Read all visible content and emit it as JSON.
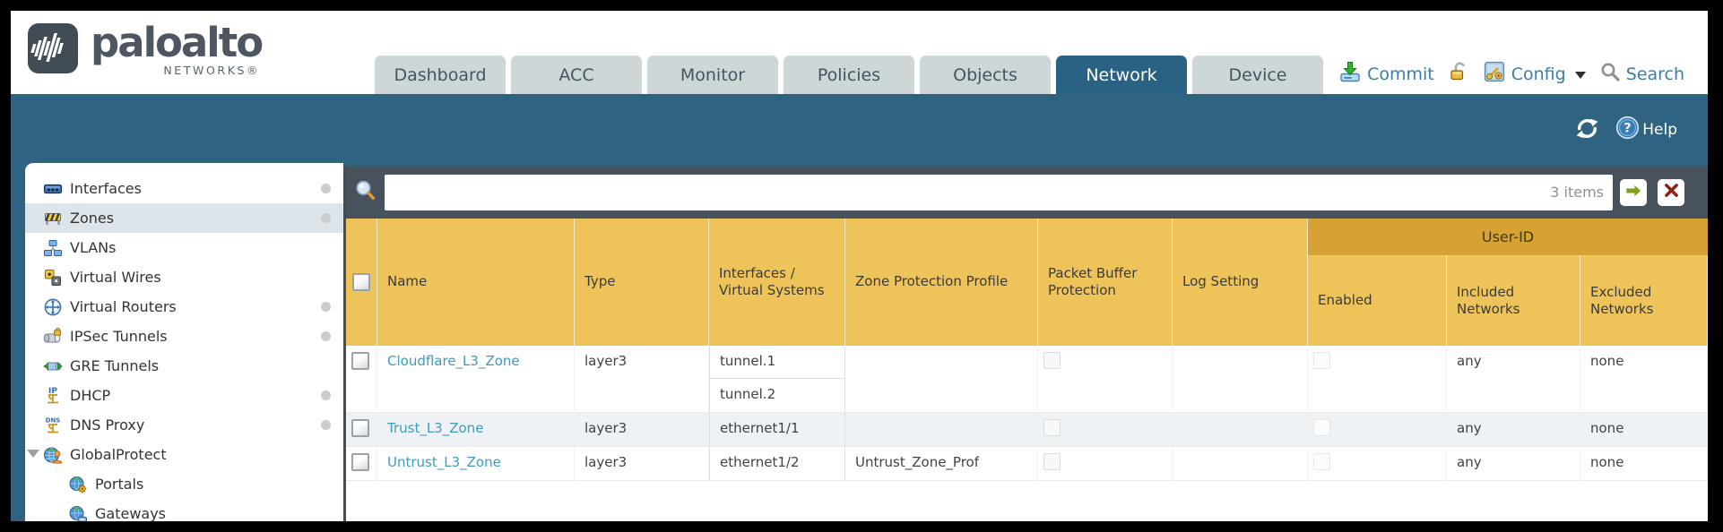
{
  "brand": {
    "name": "paloalto",
    "subtitle": "NETWORKS®"
  },
  "tabs": [
    {
      "label": "Dashboard",
      "active": false
    },
    {
      "label": "ACC",
      "active": false
    },
    {
      "label": "Monitor",
      "active": false
    },
    {
      "label": "Policies",
      "active": false
    },
    {
      "label": "Objects",
      "active": false
    },
    {
      "label": "Network",
      "active": true
    },
    {
      "label": "Device",
      "active": false
    }
  ],
  "utility": {
    "commit_label": "Commit",
    "config_label": "Config",
    "search_label": "Search"
  },
  "toolbar": {
    "help_label": "Help"
  },
  "sidebar": {
    "items": [
      {
        "label": "Interfaces",
        "icon": "interfaces-icon",
        "dot": true,
        "selected": false,
        "indent": 0,
        "expander": false
      },
      {
        "label": "Zones",
        "icon": "zones-icon",
        "dot": true,
        "selected": true,
        "indent": 0,
        "expander": false
      },
      {
        "label": "VLANs",
        "icon": "vlans-icon",
        "dot": false,
        "selected": false,
        "indent": 0,
        "expander": false
      },
      {
        "label": "Virtual Wires",
        "icon": "virtual-wires-icon",
        "dot": false,
        "selected": false,
        "indent": 0,
        "expander": false
      },
      {
        "label": "Virtual Routers",
        "icon": "virtual-routers-icon",
        "dot": true,
        "selected": false,
        "indent": 0,
        "expander": false
      },
      {
        "label": "IPSec Tunnels",
        "icon": "ipsec-tunnels-icon",
        "dot": true,
        "selected": false,
        "indent": 0,
        "expander": false
      },
      {
        "label": "GRE Tunnels",
        "icon": "gre-tunnels-icon",
        "dot": false,
        "selected": false,
        "indent": 0,
        "expander": false
      },
      {
        "label": "DHCP",
        "icon": "dhcp-icon",
        "dot": true,
        "selected": false,
        "indent": 0,
        "expander": false
      },
      {
        "label": "DNS Proxy",
        "icon": "dns-proxy-icon",
        "dot": true,
        "selected": false,
        "indent": 0,
        "expander": false
      },
      {
        "label": "GlobalProtect",
        "icon": "globalprotect-icon",
        "dot": false,
        "selected": false,
        "indent": 0,
        "expander": true
      },
      {
        "label": "Portals",
        "icon": "portals-icon",
        "dot": false,
        "selected": false,
        "indent": 1,
        "expander": false
      },
      {
        "label": "Gateways",
        "icon": "gateways-icon",
        "dot": false,
        "selected": false,
        "indent": 1,
        "expander": false
      }
    ]
  },
  "filter": {
    "items_count": "3 items",
    "query": ""
  },
  "table": {
    "group_header": "User-ID",
    "columns": [
      "Name",
      "Type",
      "Interfaces / Virtual Systems",
      "Zone Protection Profile",
      "Packet Buffer Protection",
      "Log Setting",
      "Enabled",
      "Included Networks",
      "Excluded Networks"
    ],
    "rows": [
      {
        "name": "Cloudflare_L3_Zone",
        "type": "layer3",
        "interfaces": [
          "tunnel.1",
          "tunnel.2"
        ],
        "zone_protection_profile": "",
        "packet_buffer_protection": false,
        "log_setting": "",
        "user_id_enabled": false,
        "included_networks": "any",
        "excluded_networks": "none",
        "highlighted": false
      },
      {
        "name": "Trust_L3_Zone",
        "type": "layer3",
        "interfaces": [
          "ethernet1/1"
        ],
        "zone_protection_profile": "",
        "packet_buffer_protection": false,
        "log_setting": "",
        "user_id_enabled": false,
        "included_networks": "any",
        "excluded_networks": "none",
        "highlighted": true
      },
      {
        "name": "Untrust_L3_Zone",
        "type": "layer3",
        "interfaces": [
          "ethernet1/2"
        ],
        "zone_protection_profile": "Untrust_Zone_Prof",
        "packet_buffer_protection": false,
        "log_setting": "",
        "user_id_enabled": false,
        "included_networks": "any",
        "excluded_networks": "none",
        "highlighted": false
      }
    ]
  },
  "colors": {
    "teal": "#2e6381",
    "gold": "#edc35a",
    "gold_dark": "#d6a233",
    "slate": "#48525c",
    "link": "#3f9bc1",
    "tab_inactive": "#cdd7d7",
    "tab_active": "#2a6284"
  }
}
